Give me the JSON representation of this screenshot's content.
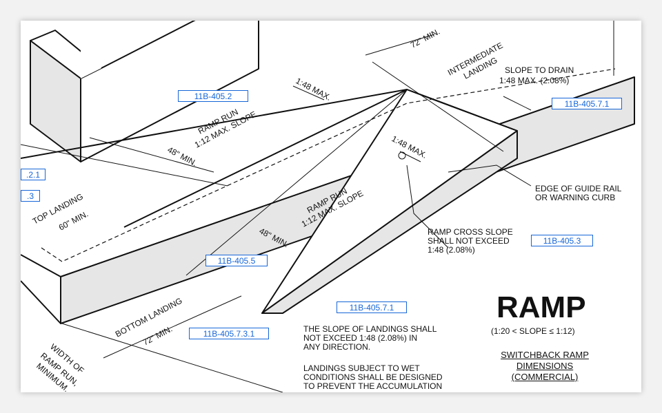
{
  "codes": {
    "c1": "11B-405.2",
    "c2": "11B-405.7.1",
    "c3": ".2.1",
    "c4": ".3",
    "c5": "11B-405.3",
    "c6": "11B-405.5",
    "c7": "11B-405.7.1",
    "c8": "11B-405.7.3.1"
  },
  "labels": {
    "min72_top": "72\" MIN.",
    "intermediate_landing_1": "INTERMEDIATE",
    "intermediate_landing_2": "LANDING",
    "slope_drain_1": "SLOPE TO DRAIN",
    "slope_drain_2": "1:48 MAX. (2.08%)",
    "max148_a": "1:48 MAX.",
    "max148_b": "1:48 MAX.",
    "ramp_run_upper_1": "RAMP RUN",
    "ramp_run_upper_2": "1:12 MAX. SLOPE",
    "ramp_run_lower_1": "RAMP RUN",
    "ramp_run_lower_2": "1:12 MAX. SLOPE",
    "min48_a": "48\" MIN.",
    "min48_b": "48\" MIN.",
    "top_landing": "TOP LANDING",
    "min60": "60\" MIN.",
    "bottom_landing": "BOTTOM LANDING",
    "min72_bottom": "72\" MIN.",
    "width_1": "WIDTH OF",
    "width_2": "RAMP RUN,",
    "width_3": "MINIMUM."
  },
  "notes": {
    "edge_1": "EDGE OF GUIDE RAIL",
    "edge_2": "OR WARNING CURB",
    "cross_1": "RAMP CROSS SLOPE",
    "cross_2": "SHALL NOT EXCEED",
    "cross_3": "1:48 (2.08%)",
    "landing_1": "THE SLOPE OF LANDINGS SHALL",
    "landing_2": "NOT EXCEED 1:48 (2.08%) IN",
    "landing_3": "ANY DIRECTION.",
    "wet_1": "LANDINGS SUBJECT TO WET",
    "wet_2": "CONDITIONS SHALL BE DESIGNED",
    "wet_3": "TO PREVENT THE ACCUMULATION"
  },
  "title": {
    "main": "RAMP",
    "sub": "(1:20 < SLOPE ≤ 1:12)",
    "line1": "SWITCHBACK RAMP",
    "line2": "DIMENSIONS",
    "line3": "(COMMERCIAL)"
  },
  "colors": {
    "code_box": "#1565d8",
    "ink": "#111111",
    "wall_side": "#e6e6e6"
  }
}
